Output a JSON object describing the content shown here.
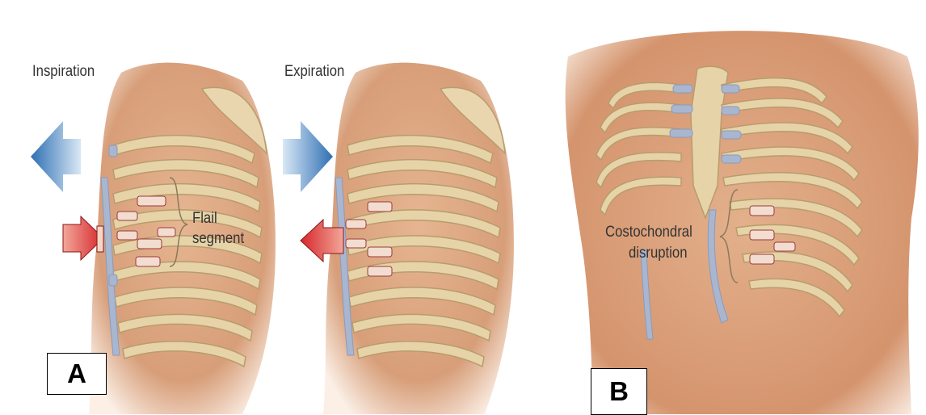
{
  "panel_a": {
    "letter": "A",
    "label_inspiration": "Inspiration",
    "label_expiration": "Expiration",
    "label_flail_1": "Flail",
    "label_flail_2": "segment"
  },
  "panel_b": {
    "letter": "B",
    "label_costo_1": "Costochondral",
    "label_costo_2": "disruption"
  },
  "colors": {
    "skin": "#d9a27f",
    "rib": "#e6d3a8",
    "cartilage": "#a9b6cf",
    "arrow_blue": "#3f7fc0",
    "arrow_red": "#d7262a"
  }
}
